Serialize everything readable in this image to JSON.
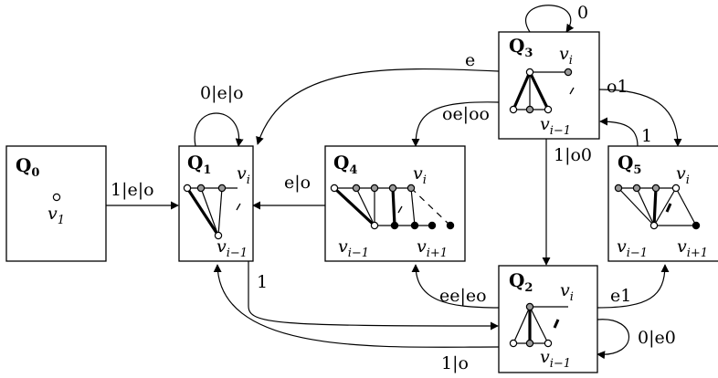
{
  "states": {
    "q0": {
      "name": "Q",
      "index": "0",
      "vertex": {
        "name": "v",
        "index": "1"
      }
    },
    "q1": {
      "name": "Q",
      "index": "1",
      "v_i": {
        "name": "v",
        "index": "i"
      },
      "v_im1": {
        "name": "v",
        "index": "i−1"
      }
    },
    "q2": {
      "name": "Q",
      "index": "2",
      "v_i": {
        "name": "v",
        "index": "i"
      },
      "v_im1": {
        "name": "v",
        "index": "i−1"
      }
    },
    "q3": {
      "name": "Q",
      "index": "3",
      "v_i": {
        "name": "v",
        "index": "i"
      },
      "v_im1": {
        "name": "v",
        "index": "i−1"
      }
    },
    "q4": {
      "name": "Q",
      "index": "4",
      "v_i": {
        "name": "v",
        "index": "i"
      },
      "v_im1": {
        "name": "v",
        "index": "i−1"
      },
      "v_ip1": {
        "name": "v",
        "index": "i+1"
      }
    },
    "q5": {
      "name": "Q",
      "index": "5",
      "v_i": {
        "name": "v",
        "index": "i"
      },
      "v_im1": {
        "name": "v",
        "index": "i−1"
      },
      "v_ip1": {
        "name": "v",
        "index": "i+1"
      }
    }
  },
  "transitions": {
    "q0_q1": "1|e|o",
    "q1_loop": "0|e|o",
    "q3_q1": "e",
    "q3_loop": "0",
    "q3_q4": "oe|oo",
    "q3_q5": "o1",
    "q3_q2": "1|o0",
    "q4_q1": "e|o",
    "q5_q3": "1",
    "q1_q2": "1",
    "q2_q1": "1|o",
    "q2_q4": "ee|eo",
    "q2_q5": "e1",
    "q2_loop": "0|e0"
  }
}
